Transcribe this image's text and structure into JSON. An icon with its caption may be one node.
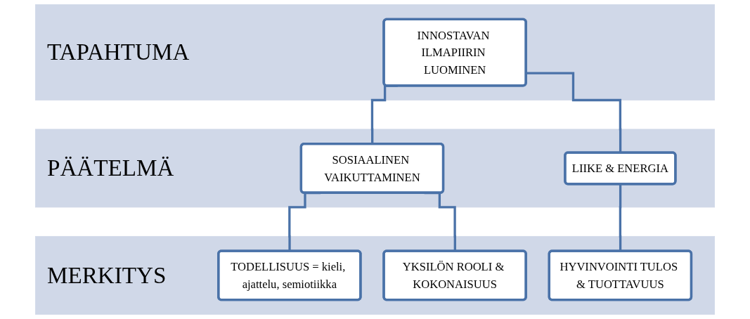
{
  "diagram": {
    "nodes": [
      {
        "text": [
          "TAPAHTUMA"
        ]
      },
      {
        "text": [
          "INNOSTAVAN ILMAPIIRIN LUOMINEN"
        ],
        "in": 0
      },
      {
        "text": [
          "PÄÄTELMÄ"
        ]
      },
      {
        "text": [
          "SOSIAALINEN VAIKUTTAMINEN"
        ],
        "in": 2
      },
      {
        "text": [
          "LIIKE & ENERGIA"
        ],
        "in": 2
      },
      {
        "text": [
          "MERKITYS"
        ]
      },
      {
        "text": [
          "TODELLISUUS = kieli, ajattelu, semiotiikka"
        ],
        "in": 5
      },
      {
        "text": [
          "YKSILÖN ROOLI & KOKONAISUUS"
        ],
        "in": 5
      },
      {
        "text": [
          "HYVINVOINTI TULOS & TUOTTAVUUS"
        ],
        "in": 5
      }
    ],
    "edges": [
      {
        "from": 1,
        "to": 3,
        "arrow": "none"
      },
      {
        "from": 1,
        "to": 4,
        "arrow": "none"
      },
      {
        "from": 3,
        "to": 6,
        "arrow": "none"
      },
      {
        "from": 3,
        "to": 7,
        "arrow": "none"
      },
      {
        "from": 4,
        "to": 8,
        "arrow": "none"
      }
    ]
  }
}
